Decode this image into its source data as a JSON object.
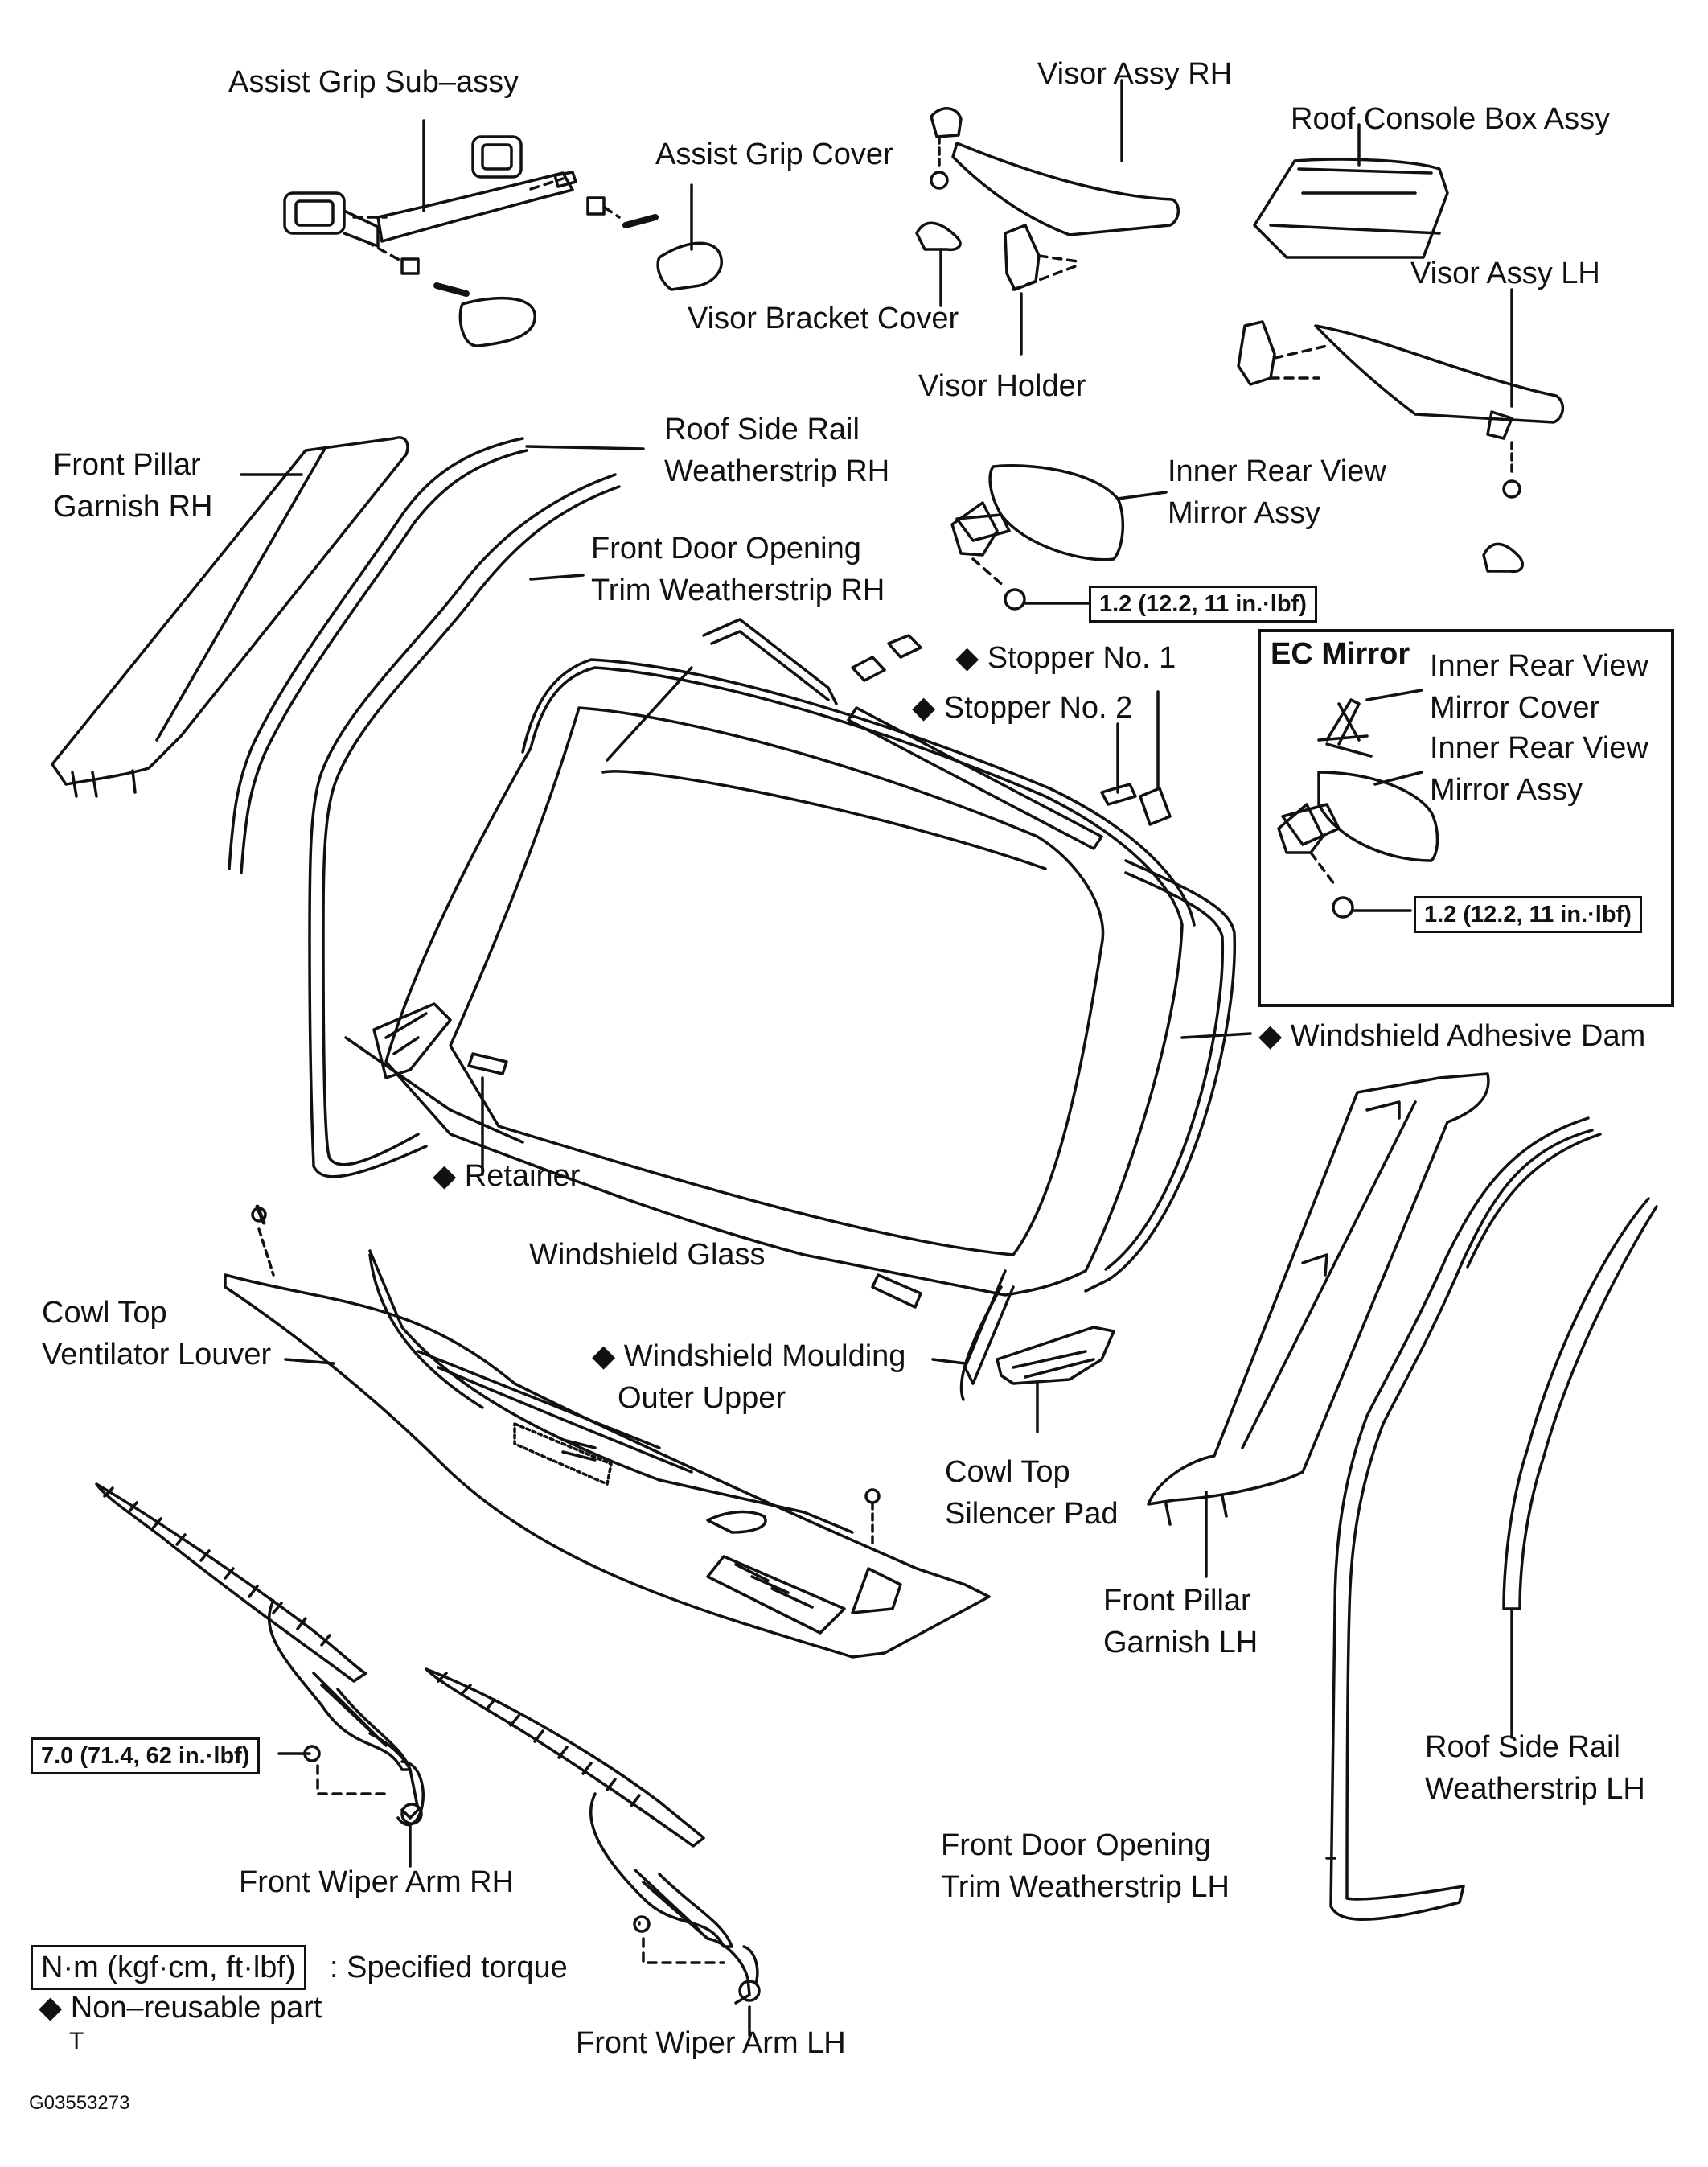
{
  "labels": {
    "assist_grip_sub_assy": "Assist Grip Sub–assy",
    "assist_grip_cover": "Assist Grip Cover",
    "visor_assy_rh": "Visor Assy RH",
    "roof_console_box_assy": "Roof Console Box Assy",
    "visor_bracket_cover": "Visor Bracket Cover",
    "visor_holder": "Visor Holder",
    "visor_assy_lh": "Visor Assy LH",
    "front_pillar_garnish_rh": [
      "Front Pillar",
      "Garnish RH"
    ],
    "roof_side_rail_weatherstrip_rh": [
      "Roof Side Rail",
      "Weatherstrip RH"
    ],
    "inner_rear_view_mirror_assy": [
      "Inner Rear View",
      "Mirror Assy"
    ],
    "front_door_opening_trim_weatherstrip_rh": [
      "Front Door Opening",
      "Trim Weatherstrip RH"
    ],
    "stopper_no_1": "Stopper No. 1",
    "stopper_no_2": "Stopper No. 2",
    "ec_mirror_cover": [
      "Inner Rear View",
      "Mirror Cover"
    ],
    "ec_mirror_assy": [
      "Inner Rear View",
      "Mirror Assy"
    ],
    "windshield_adhesive_dam": "Windshield Adhesive Dam",
    "retainer": "Retainer",
    "windshield_glass": "Windshield Glass",
    "cowl_top_ventilator_louver": [
      "Cowl Top",
      "Ventilator Louver"
    ],
    "windshield_moulding_outer_upper": [
      "Windshield Moulding",
      "Outer Upper"
    ],
    "cowl_top_silencer_pad": [
      "Cowl Top",
      "Silencer Pad"
    ],
    "front_pillar_garnish_lh": [
      "Front Pillar",
      "Garnish LH"
    ],
    "roof_side_rail_weatherstrip_lh": [
      "Roof Side Rail",
      "Weatherstrip LH"
    ],
    "front_wiper_arm_rh": "Front Wiper Arm RH",
    "front_door_opening_trim_weatherstrip_lh": [
      "Front Door Opening",
      "Trim Weatherstrip LH"
    ],
    "front_wiper_arm_lh": "Front Wiper Arm LH"
  },
  "non_reusable_mark": "◆",
  "ec_mirror_title": "EC Mirror",
  "torques": {
    "mirror": "1.2 (12.2, 11 in.·lbf)",
    "ec_mirror": "1.2 (12.2, 11 in.·lbf)",
    "wiper": "7.0 (71.4, 62 in.·lbf)"
  },
  "legend": {
    "torque_unit": "N·m (kgf·cm, ft·lbf)",
    "torque_desc": ": Specified torque",
    "non_reusable": "Non–reusable part",
    "tightening_mark": "T"
  },
  "figure_code": "G03553273"
}
